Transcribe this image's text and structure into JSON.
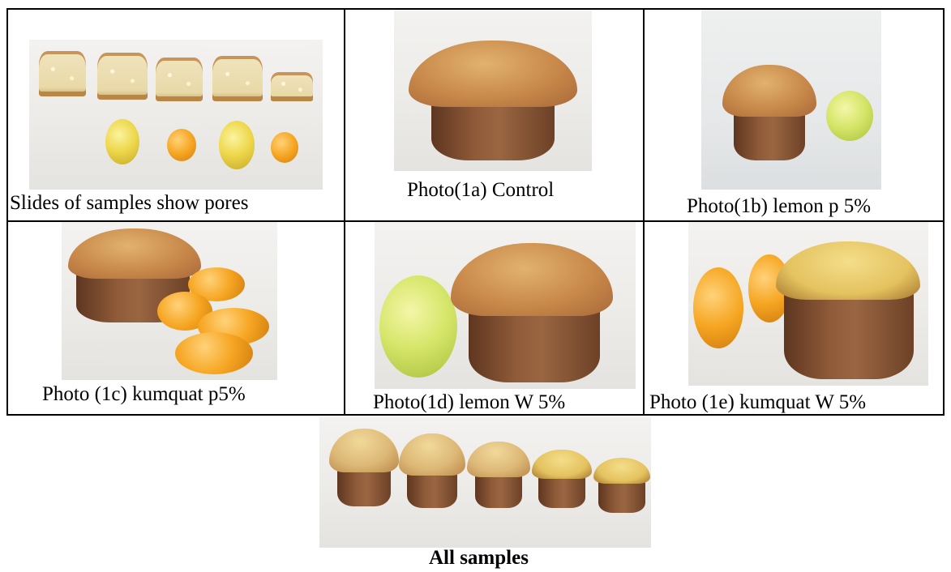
{
  "figure": {
    "cells": [
      {
        "id": "slides",
        "caption": "Slides of samples show pores"
      },
      {
        "id": "1a",
        "caption": "Photo(1a) Control"
      },
      {
        "id": "1b",
        "caption": "Photo(1b) lemon p 5%"
      },
      {
        "id": "1c",
        "caption": "Photo (1c) kumquat p5%"
      },
      {
        "id": "1d",
        "caption": "Photo(1d) lemon W 5%"
      },
      {
        "id": "1e",
        "caption": "Photo (1e) kumquat  W 5%"
      }
    ],
    "all_samples": {
      "caption": "All samples"
    }
  },
  "colors": {
    "crust": "#c8894a",
    "crumb": "#efe2b8",
    "lemon": "#d6e66a",
    "kumquat": "#f6a622"
  }
}
